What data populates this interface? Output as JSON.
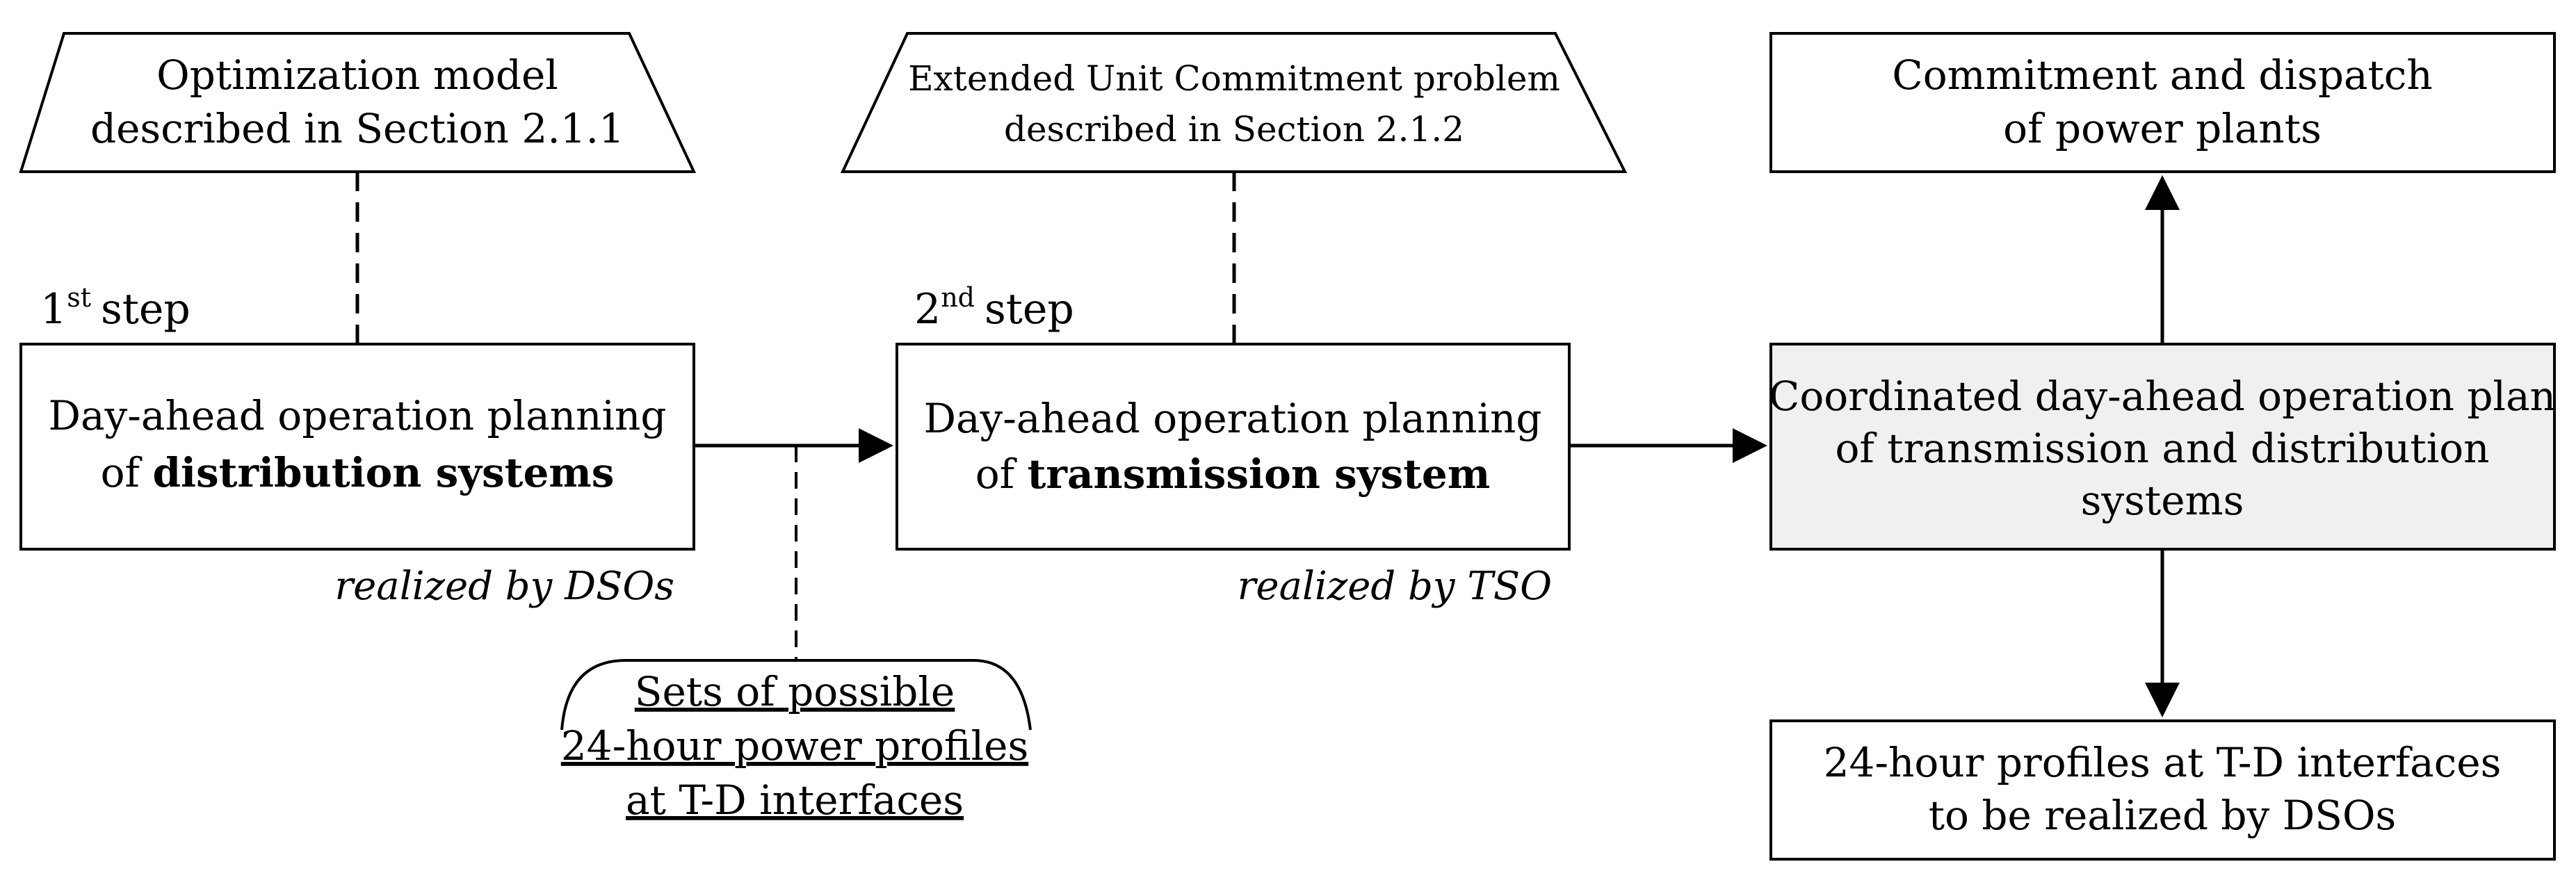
{
  "trapezoid_left": {
    "line1": "Optimization model",
    "line2": "described in Section 2.1.1"
  },
  "trapezoid_middle": {
    "line1": "Extended Unit Commitment problem",
    "line2": "described in Section 2.1.2"
  },
  "step1": {
    "number": "1",
    "suffix": "st",
    "word": "step"
  },
  "step2": {
    "number": "2",
    "suffix": "nd",
    "word": "step"
  },
  "box_distribution": {
    "line1": "Day-ahead operation planning",
    "line2_prefix": "of ",
    "line2_bold": "distribution systems"
  },
  "box_transmission": {
    "line1": "Day-ahead operation planning",
    "line2_prefix": "of ",
    "line2_bold": "transmission system"
  },
  "realized_dsos": "realized by DSOs",
  "realized_tso": "realized by TSO",
  "sets_profiles": {
    "line1": "Sets of possible",
    "line2": "24-hour power profiles",
    "line3": "at T-D interfaces"
  },
  "box_commitment": {
    "line1": "Commitment and dispatch",
    "line2": "of power plants"
  },
  "box_coordinated": {
    "line1": "Coordinated day-ahead operation plan",
    "line2": "of transmission and distribution",
    "line3": "systems"
  },
  "box_profiles_tdi": {
    "line1": "24-hour profiles at T-D interfaces",
    "line2": "to be realized by DSOs"
  },
  "colors": {
    "stroke": "#000000",
    "coordinated_fill": "#f0f0f0",
    "box_fill": "#ffffff"
  }
}
